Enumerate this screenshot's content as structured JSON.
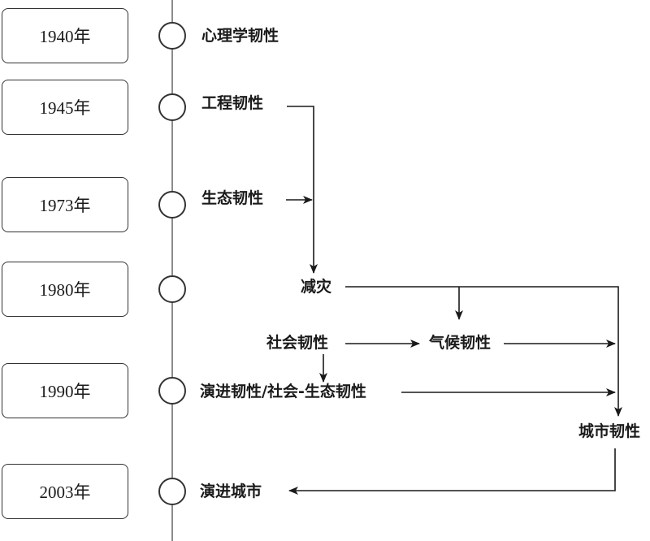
{
  "years": [
    "1940年",
    "1945年",
    "1973年",
    "1980年",
    "1990年",
    "2003年"
  ],
  "concepts": {
    "psychological": "心理学韧性",
    "engineering": "工程韧性",
    "ecological": "生态韧性",
    "disaster_reduction": "减灾",
    "social": "社会韧性",
    "climate": "气候韧性",
    "evolutionary_social_ecological": "演进韧性/社会-生态韧性",
    "urban": "城市韧性",
    "evolving_city": "演进城市"
  }
}
